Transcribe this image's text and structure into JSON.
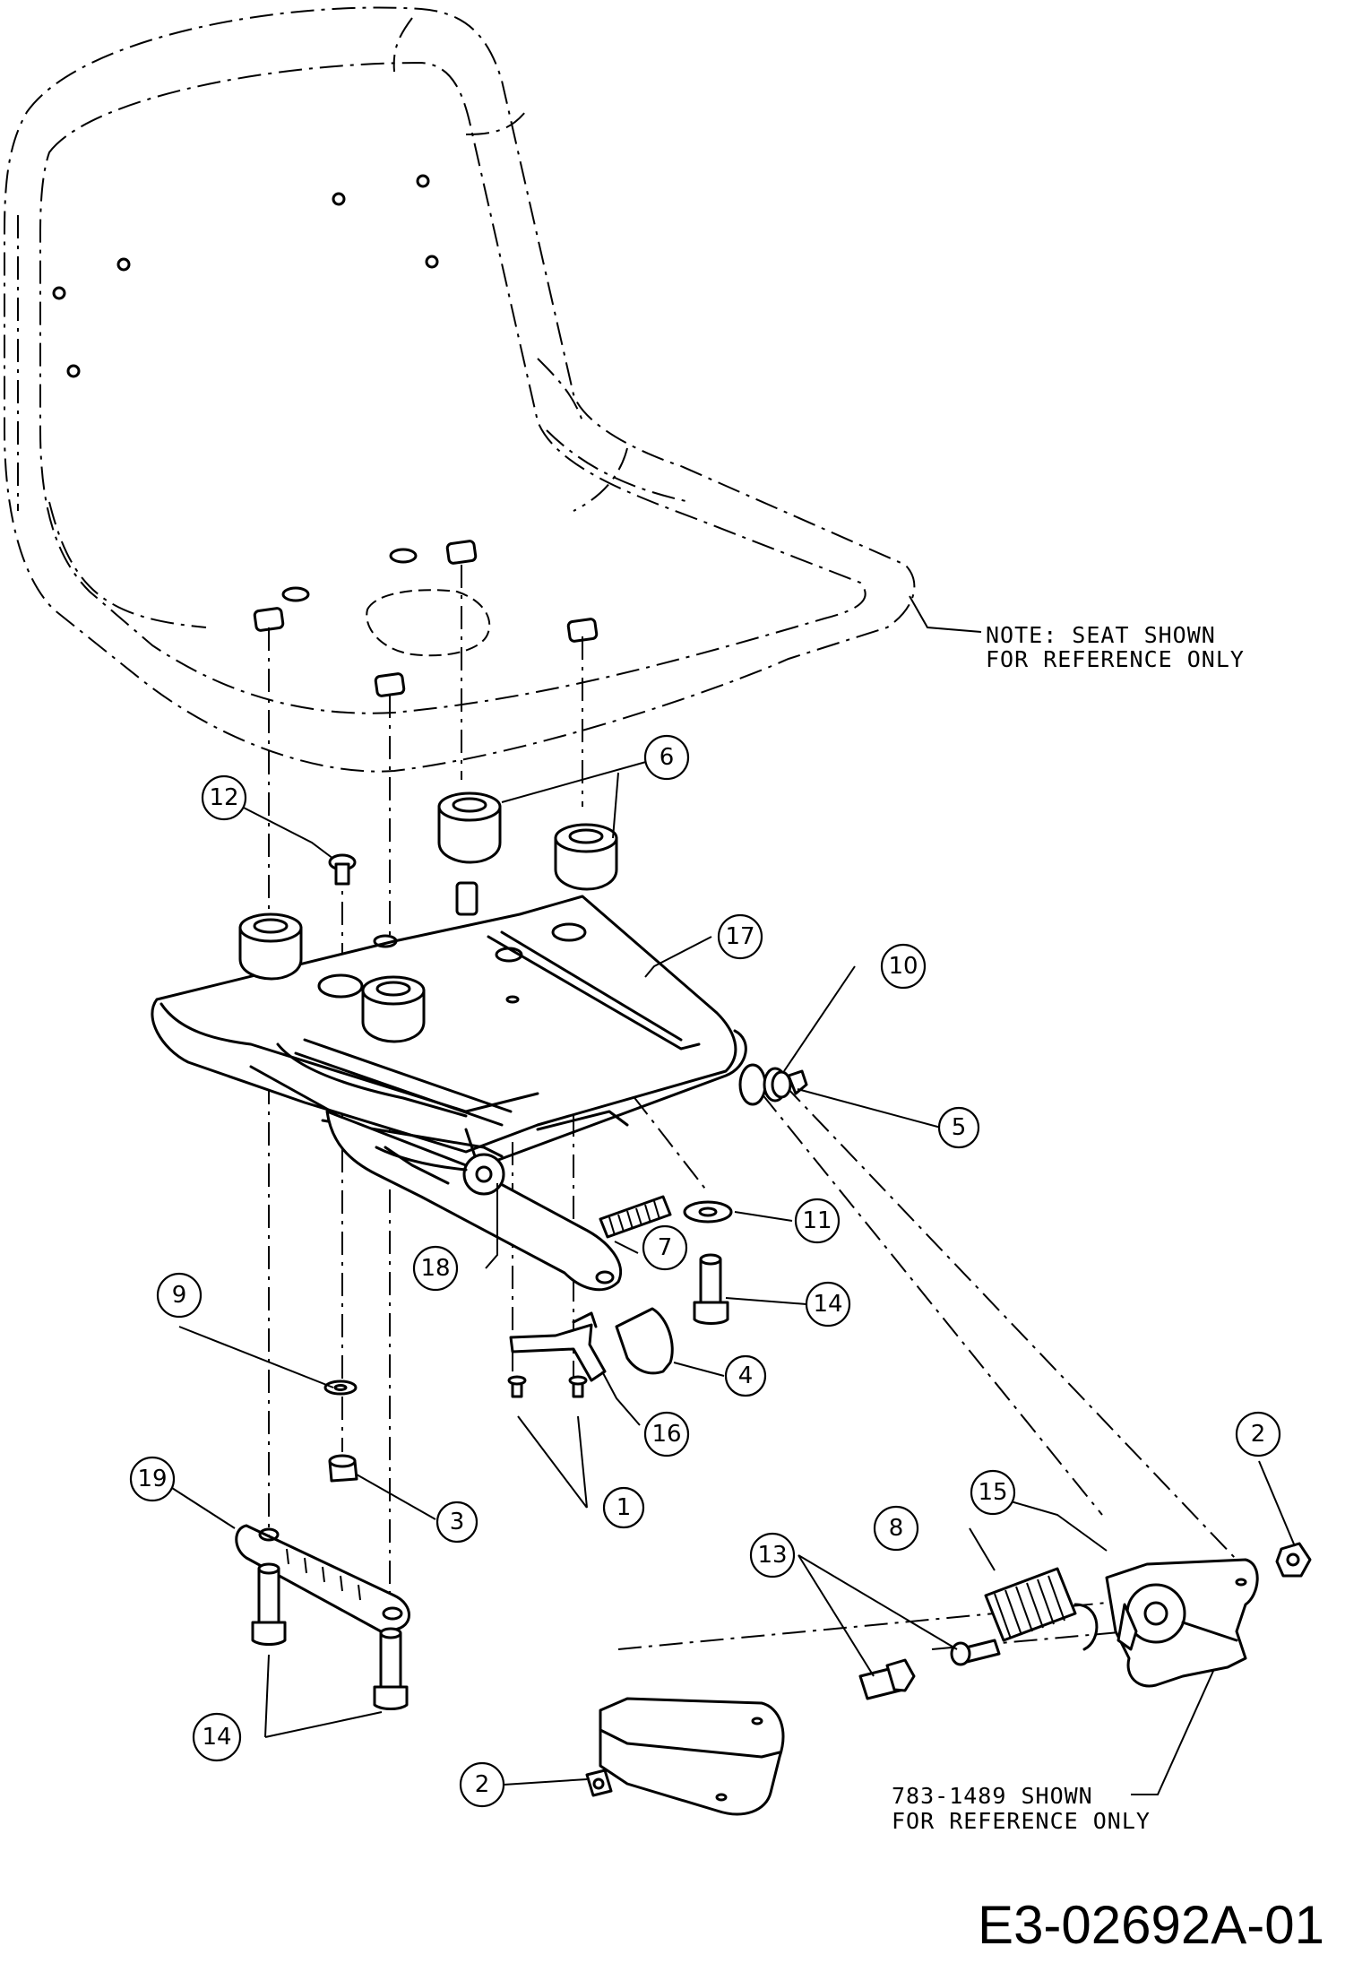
{
  "notes": {
    "seat_line1": "NOTE: SEAT SHOWN",
    "seat_line2": "FOR REFERENCE ONLY",
    "part_line1": "783-1489 SHOWN",
    "part_line2": "FOR REFERENCE ONLY"
  },
  "drawing_number": "E3-02692A-01",
  "callouts": {
    "c1": "1",
    "c2a": "2",
    "c2b": "2",
    "c3": "3",
    "c4": "4",
    "c5": "5",
    "c6": "6",
    "c7": "7",
    "c8": "8",
    "c9": "9",
    "c10": "10",
    "c11": "11",
    "c12": "12",
    "c13": "13",
    "c14a": "14",
    "c14b": "14",
    "c15": "15",
    "c16": "16",
    "c17": "17",
    "c18": "18",
    "c19": "19"
  }
}
